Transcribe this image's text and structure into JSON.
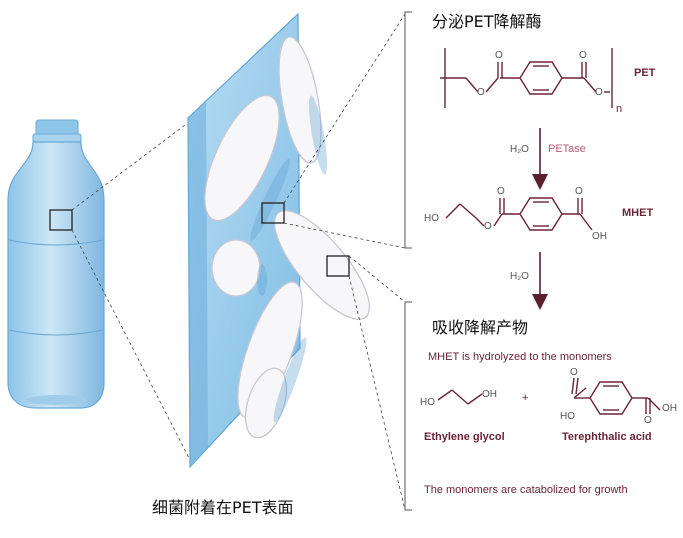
{
  "labels": {
    "secrete_enzyme": "分泌PET降解酶",
    "degradation_products": "吸收降解产物",
    "bacteria_attach": "细菌附着在PET表面"
  },
  "reaction": {
    "pet_name": "PET",
    "subscript_n": "n",
    "h2o_1": "H₂O",
    "enzyme": "PETase",
    "mhet_name": "MHET",
    "h2o_2": "H₂O",
    "ho_1": "HO",
    "oh_1": "OH",
    "ho_2": "HO",
    "oh_2": "OH",
    "ho_3": "HO",
    "oh_3": "OH",
    "plus": "+",
    "eg_name": "Ethylene glycol",
    "tpa_name": "Terephthalic acid",
    "o_label": "O"
  },
  "captions": {
    "hydrolyzed": "MHET is hydrolyzed to the monomers",
    "catabolized": "The monomers are catabolized for growth"
  },
  "colors": {
    "bottle": "#a9d3ee",
    "panel": "#7fbde4",
    "arrow": "#5a1f2e",
    "bond": "#6b2436",
    "enzyme_text": "#c25a78"
  }
}
